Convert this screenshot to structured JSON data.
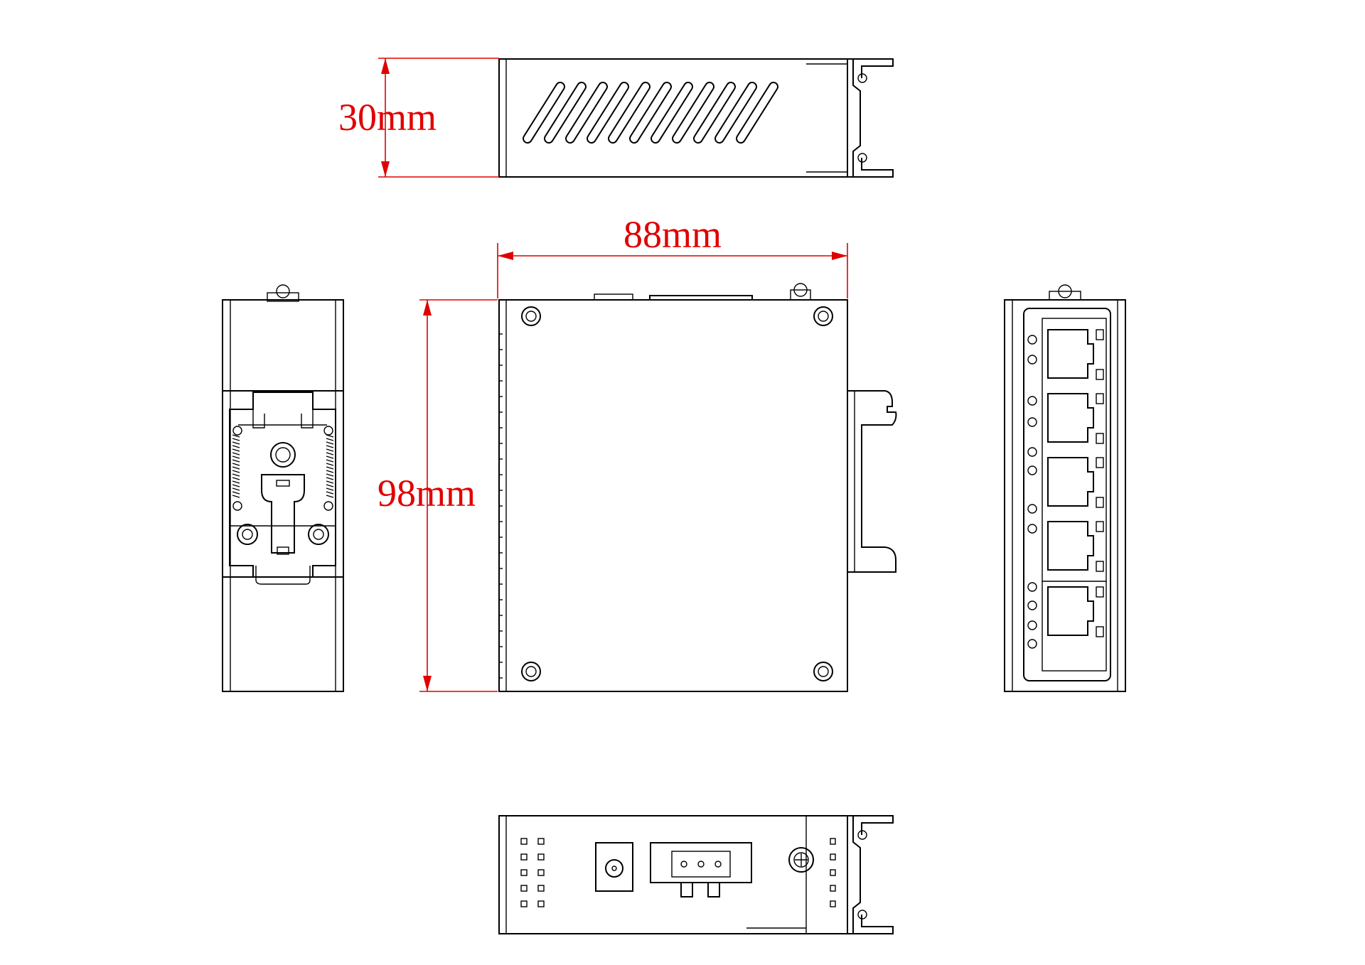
{
  "dimensions": {
    "height": "30mm",
    "width": "88mm",
    "depth": "98mm"
  },
  "colors": {
    "dimension": "#e00000",
    "outline": "#000000",
    "background": "#ffffff"
  }
}
